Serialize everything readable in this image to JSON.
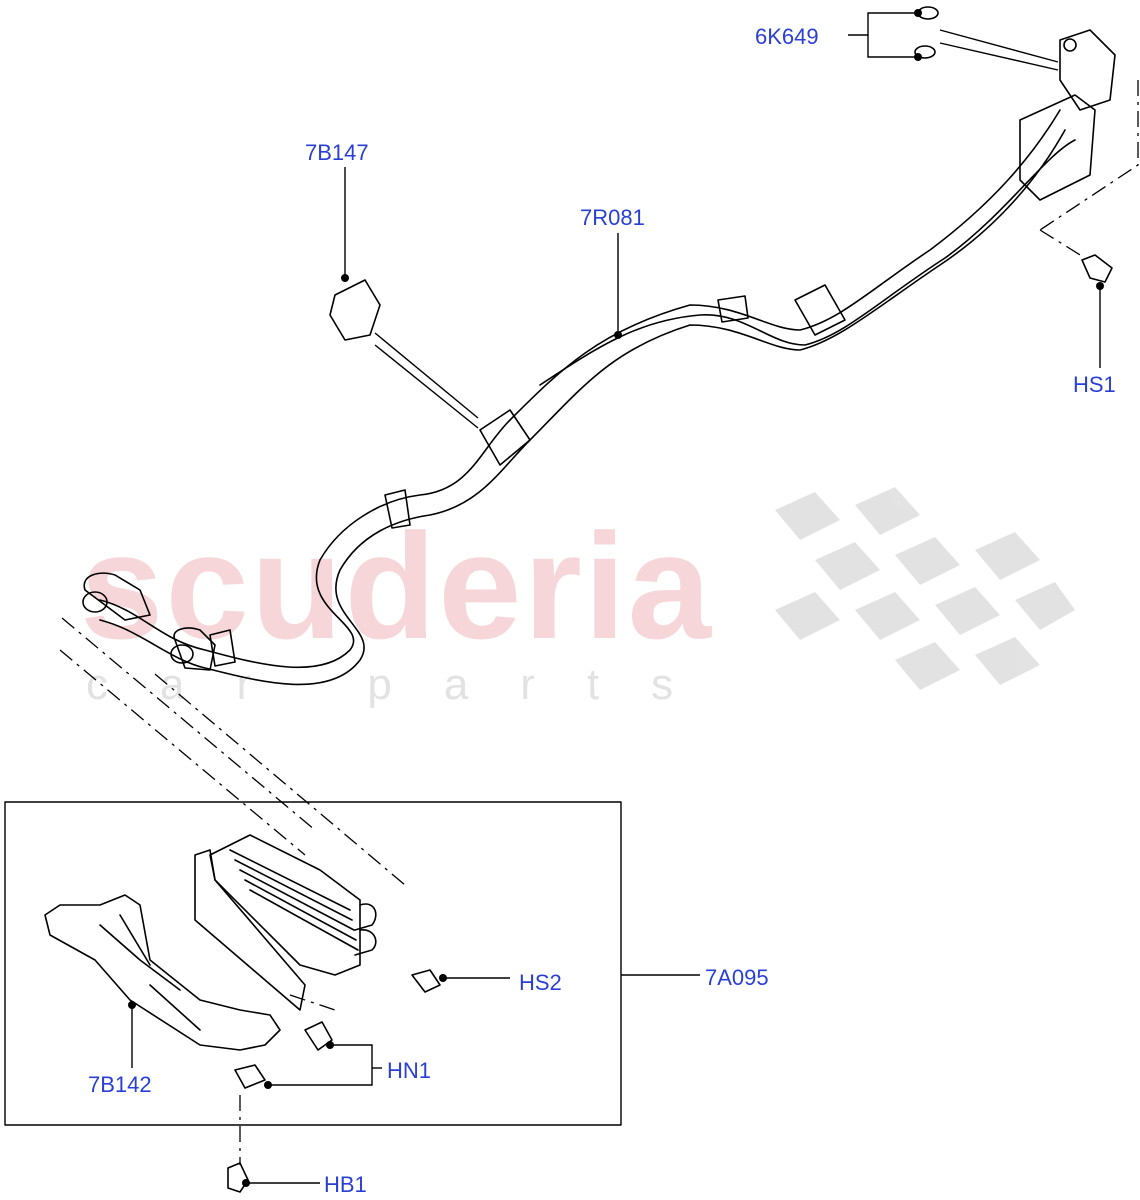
{
  "watermark": {
    "brand": "scuderia",
    "tagline": "car parts"
  },
  "callouts": {
    "p6K649": "6K649",
    "p7B147": "7B147",
    "p7R081": "7R081",
    "pHS1": "HS1",
    "pHS2": "HS2",
    "p7A095": "7A095",
    "p7B142": "7B142",
    "pHN1": "HN1",
    "pHB1": "HB1"
  },
  "colors": {
    "label": "#2a3fd6",
    "line": "#000000",
    "watermark_text": "#f4c9cd",
    "watermark_checker": "#dcdcdc"
  }
}
